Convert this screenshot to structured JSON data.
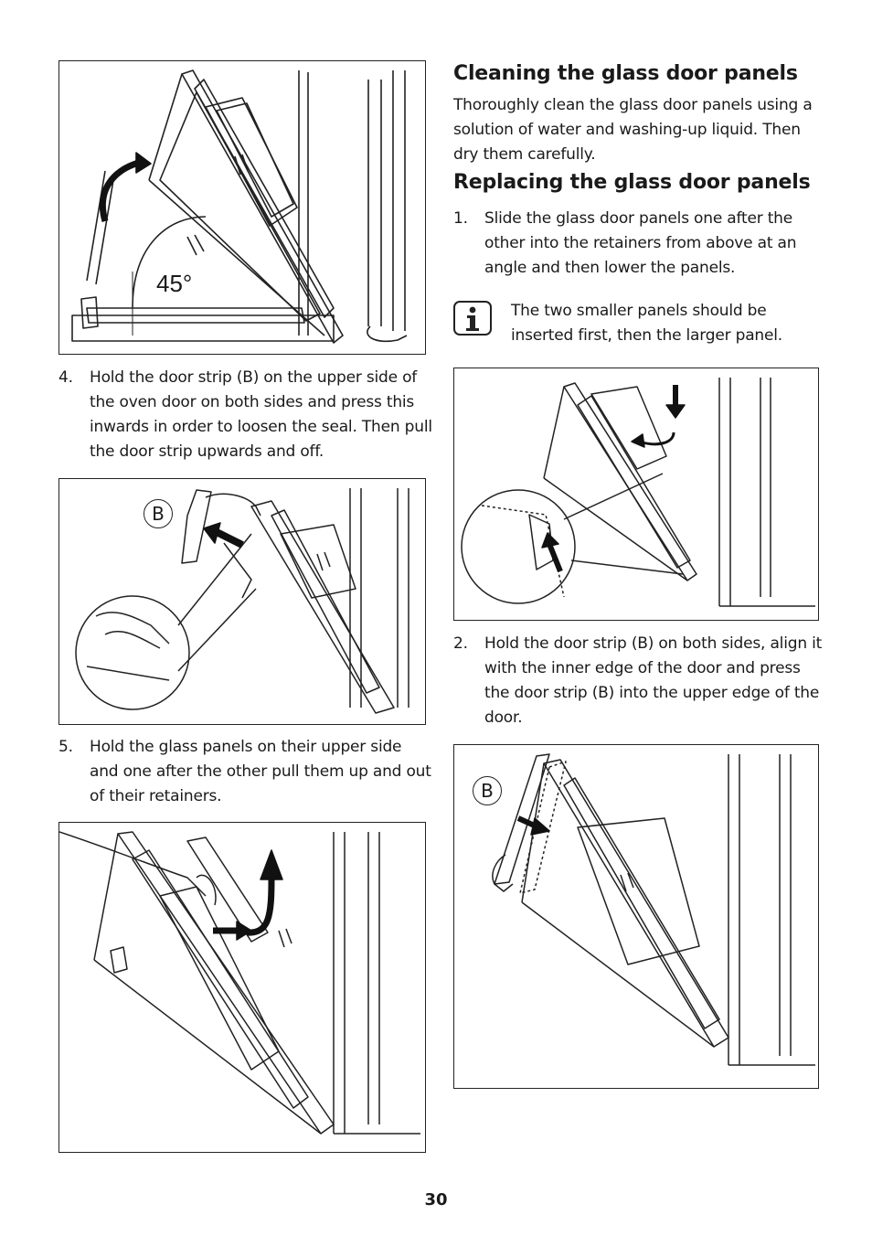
{
  "sections": {
    "cleaning": {
      "heading": "Cleaning the glass door panels",
      "body": "Thoroughly clean the glass door panels using a solution of water and washing-up liquid. Then dry them carefully."
    },
    "replacing": {
      "heading": "Replacing the glass door panels",
      "step1_number": "1.",
      "step1_text": "Slide the glass door panels one after the other into the retainers from above at an angle and then lower the panels.",
      "info_note": "The two smaller panels should be inserted first, then the larger panel.",
      "step2_number": "2.",
      "step2_text": "Hold the door strip (B) on both sides, align it with the inner edge of the door and press the door strip (B) into the upper edge of the door."
    },
    "left_steps": {
      "step4_number": "4.",
      "step4_text": "Hold the door strip (B) on the upper side of the oven door on both sides and press this inwards in order to loosen the seal. Then pull the door strip upwards and off.",
      "step5_number": "5.",
      "step5_text": "Hold the glass panels on their upper side and one after the other pull them up and out of their retainers."
    }
  },
  "figures": {
    "fig1_angle_label": "45°",
    "fig2_callout": "B",
    "fig6_callout": "B"
  },
  "page_number": "30",
  "icons": {
    "info": "info-icon"
  }
}
